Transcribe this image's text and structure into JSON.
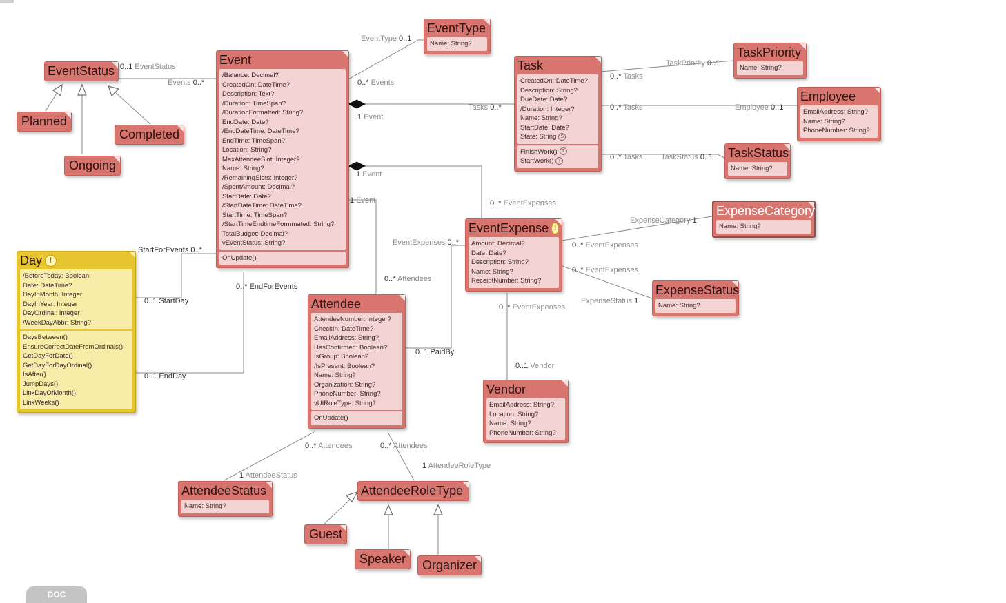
{
  "classes": {
    "event": {
      "title": "Event",
      "attributes": [
        "/Balance: Decimal?",
        "CreatedOn: DateTime?",
        "Description: Text?",
        "/Duration: TimeSpan?",
        "/DurationFormatted: String?",
        "EndDate: Date?",
        "/EndDateTime: DateTime?",
        "EndTime: TimeSpan?",
        "Location: String?",
        "MaxAttendeeSlot: Integer?",
        "Name: String?",
        "/RemainingSlots: Integer?",
        "/SpentAmount: Decimal?",
        "StartDate: Date?",
        "/StartDateTime: DateTime?",
        "StartTime: TimeSpan?",
        "/StartTimeEndtimeFormmated: String?",
        "TotalBudget: Decimal?",
        "vEventStatus: String?"
      ],
      "methods": [
        "OnUpdate()"
      ]
    },
    "eventStatus": {
      "title": "EventStatus"
    },
    "eventType": {
      "title": "EventType",
      "attributes": [
        "Name: String?"
      ]
    },
    "task": {
      "title": "Task",
      "attributes": [
        "CreatedOn: DateTime?",
        "Description: String?",
        "DueDate: Date?",
        "/Duration: Integer?",
        "Name: String?",
        "StartDate: Date?",
        "State: String"
      ],
      "methods": [
        "FinishWork()",
        "StartWork()"
      ]
    },
    "taskPriority": {
      "title": "TaskPriority",
      "attributes": [
        "Name: String?"
      ]
    },
    "employee": {
      "title": "Employee",
      "attributes": [
        "EmailAddress: String?",
        "Name: String?",
        "PhoneNumber: String?"
      ]
    },
    "taskStatus": {
      "title": "TaskStatus",
      "attributes": [
        "Name: String?"
      ]
    },
    "expenseCategory": {
      "title": "ExpenseCategory",
      "attributes": [
        "Name: String?"
      ]
    },
    "eventExpense": {
      "title": "EventExpense",
      "attributes": [
        "Amount: Decimal?",
        "Date: Date?",
        "Description: String?",
        "Name: String?",
        "ReceiptNumber: String?"
      ]
    },
    "expenseStatus": {
      "title": "ExpenseStatus",
      "attributes": [
        "Name: String?"
      ]
    },
    "day": {
      "title": "Day",
      "attributes": [
        "/BeforeToday: Boolean",
        "Date: DateTime?",
        "DayInMonth: Integer",
        "DayInYear: Integer",
        "DayOrdinal: Integer",
        "/WeekDayAbbr: String?"
      ],
      "methods": [
        "DaysBetween()",
        "EnsureCorrectDateFromOrdinals()",
        "GetDayForDate()",
        "GetDayForDayOrdinal()",
        "IsAfter()",
        "JumpDays()",
        "LinkDayOfMonth()",
        "LinkWeeks()"
      ]
    },
    "attendee": {
      "title": "Attendee",
      "attributes": [
        "AttendeeNumber: Integer?",
        "CheckIn: DateTime?",
        "EmailAddress: String?",
        "HasConfirmed: Boolean?",
        "IsGroup: Boolean?",
        "/IsPresent: Boolean?",
        "Name: String?",
        "Organization: String?",
        "PhoneNumber: String?",
        "vUIRoleType: String?"
      ],
      "methods": [
        "OnUpdate()"
      ]
    },
    "vendor": {
      "title": "Vendor",
      "attributes": [
        "EmailAddress: String?",
        "Location: String?",
        "Name: String?",
        "PhoneNumber: String?"
      ]
    },
    "attendeeStatus": {
      "title": "AttendeeStatus",
      "attributes": [
        "Name: String?"
      ]
    },
    "attendeeRoleType": {
      "title": "AttendeeRoleType"
    }
  },
  "subclasses": {
    "planned": "Planned",
    "completed": "Completed",
    "ongoing": "Ongoing",
    "guest": "Guest",
    "speaker": "Speaker",
    "organizer": "Organizer"
  },
  "labels": {
    "eventStatusMult": "0..1",
    "eventStatusRole": "EventStatus",
    "eventsRole": "Events",
    "eventsMult": "0..*",
    "eventTypeRole": "EventType",
    "eventTypeMult": "0..1",
    "eventsEtMult": "0..*",
    "eventsEtRole": "Events",
    "tasksRole": "Tasks",
    "tasksMult": "0..*",
    "oneEvent1Mult": "1",
    "oneEvent1Role": "Event",
    "tasksTpMult": "0..*",
    "tasksTpRole": "Tasks",
    "taskPriorityRole": "TaskPriority",
    "taskPriorityMult": "0..1",
    "tasksEmpMult": "0..*",
    "tasksEmpRole": "Tasks",
    "employeeRole": "Employee",
    "employeeMult": "0..1",
    "tasksTsMult": "0..*",
    "tasksTsRole": "Tasks",
    "taskStatusRole": "TaskStatus",
    "taskStatusMult": "0..1",
    "oneEvent2Mult": "1",
    "oneEvent2Role": "Event",
    "eeTopMult": "0..*",
    "eeTopRole": "EventExpenses",
    "oneEvent3Mult": "1",
    "oneEvent3Role": "Event",
    "expenseCategoryRole": "ExpenseCategory",
    "expenseCategoryMult": "1",
    "eeCatMult": "0..*",
    "eeCatRole": "EventExpenses",
    "eeLeftRole": "EventExpenses",
    "eeLeftMult": "0..*",
    "eeStatMult": "0..*",
    "eeStatRole": "EventExpenses",
    "expenseStatusRole": "ExpenseStatus",
    "expenseStatusMult": "1",
    "attendeesEventMult": "0..*",
    "attendeesEventRole": "Attendees",
    "startForEventsRole": "StartForEvents",
    "startForEventsMult": "0..*",
    "endForEventsMult": "0..*",
    "endForEventsRole": "EndForEvents",
    "startDayMult": "0..1",
    "startDayRole": "StartDay",
    "endDayMult": "0..1",
    "endDayRole": "EndDay",
    "paidByMult": "0..1",
    "paidByRole": "PaidBy",
    "eeVendorMult": "0..*",
    "eeVendorRole": "EventExpenses",
    "vendorMult": "0..1",
    "vendorRole": "Vendor",
    "attendeesAsMult": "0..*",
    "attendeesAsRole": "Attendees",
    "attendeeStatusMult": "1",
    "attendeeStatusRole": "AttendeeStatus",
    "attendeesRtMult": "0..*",
    "attendeesRtRole": "Attendees",
    "attendeeRoleTypeMult": "1",
    "attendeeRoleTypeRole": "AttendeeRoleType"
  },
  "icons": {
    "warning": "!",
    "server": "S",
    "trans": "T"
  },
  "colors": {
    "classFill": "#d9756f",
    "classText": "#2a1414",
    "compartment": "#f3d4d2",
    "dayFill": "#e7c52f",
    "dayCompartment": "#f8eca9",
    "line": "#8a8a8a"
  },
  "doc_tab": "DOC"
}
